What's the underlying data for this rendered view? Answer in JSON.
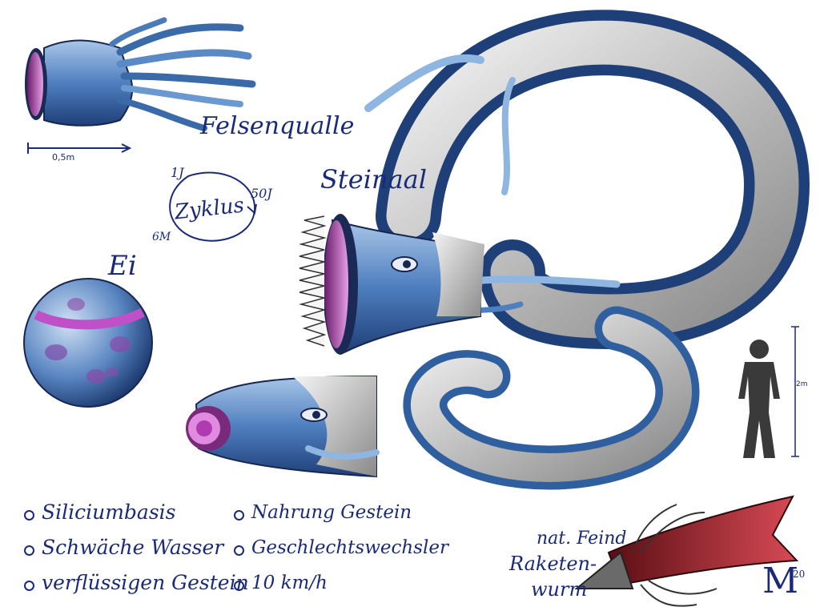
{
  "labels": {
    "felsenqualle": "Felsenqualle",
    "steinaal": "Steinaal",
    "ei": "Ei",
    "zyklus": "Zyklus",
    "cycle_1j": "1J",
    "cycle_50j": "50J",
    "cycle_6m": "6M",
    "scale_felsenqualle": "0,5m",
    "scale_human": "2m"
  },
  "facts_left": [
    "Siliciumbasis",
    "Schwäche Wasser",
    "verflüssigen Gestein"
  ],
  "facts_right": [
    "Nahrung Gestein",
    "Geschlechtswechsler",
    "10 km/h"
  ],
  "enemy": {
    "line1": "nat. Feind",
    "line2": "Raketen-",
    "line3": "wurm"
  },
  "signature": {
    "mark": "M",
    "year": "20"
  },
  "colors": {
    "ink": "#1a2a78",
    "body_blue": "#2f5f9e",
    "light_blue": "#8fb6e0",
    "belly_grey": "#c8c8c8",
    "magenta": "#b03ab0",
    "enemy_red": "#a8202a"
  }
}
